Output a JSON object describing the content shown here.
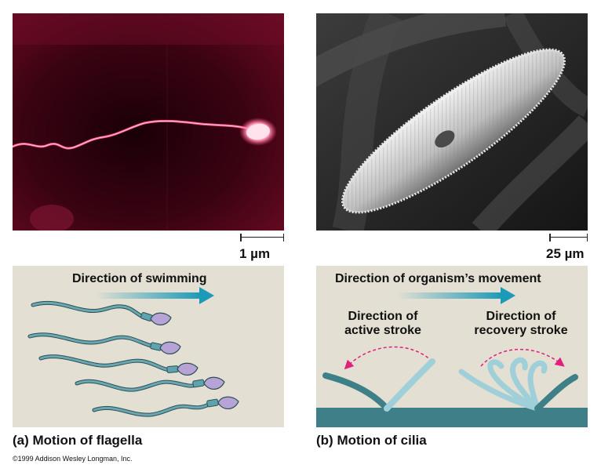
{
  "photos": {
    "left_scale": "1 µm",
    "right_scale": "25 µm"
  },
  "panel_a": {
    "arrow_label": "Direction of swimming",
    "caption_letter": "(a)",
    "caption_text": "Motion of flagella"
  },
  "panel_b": {
    "arrow_label": "Direction of organism’s movement",
    "active_label_1": "Direction of",
    "active_label_2": "active stroke",
    "recovery_label_1": "Direction of",
    "recovery_label_2": "recovery stroke",
    "caption_letter": "(b)",
    "caption_text": "Motion of cilia"
  },
  "copyright": "©1999 Addison Wesley Longman, Inc.",
  "colors": {
    "panel_bg": "#e3e0d3",
    "arrow": "#1c9ab8",
    "cell_body": "#4f8f9a",
    "head": "#b7a3d6",
    "cilia_active": "#3f7f88",
    "cilia_light": "#9fcfd8",
    "stroke_arrow": "#e0207a"
  }
}
